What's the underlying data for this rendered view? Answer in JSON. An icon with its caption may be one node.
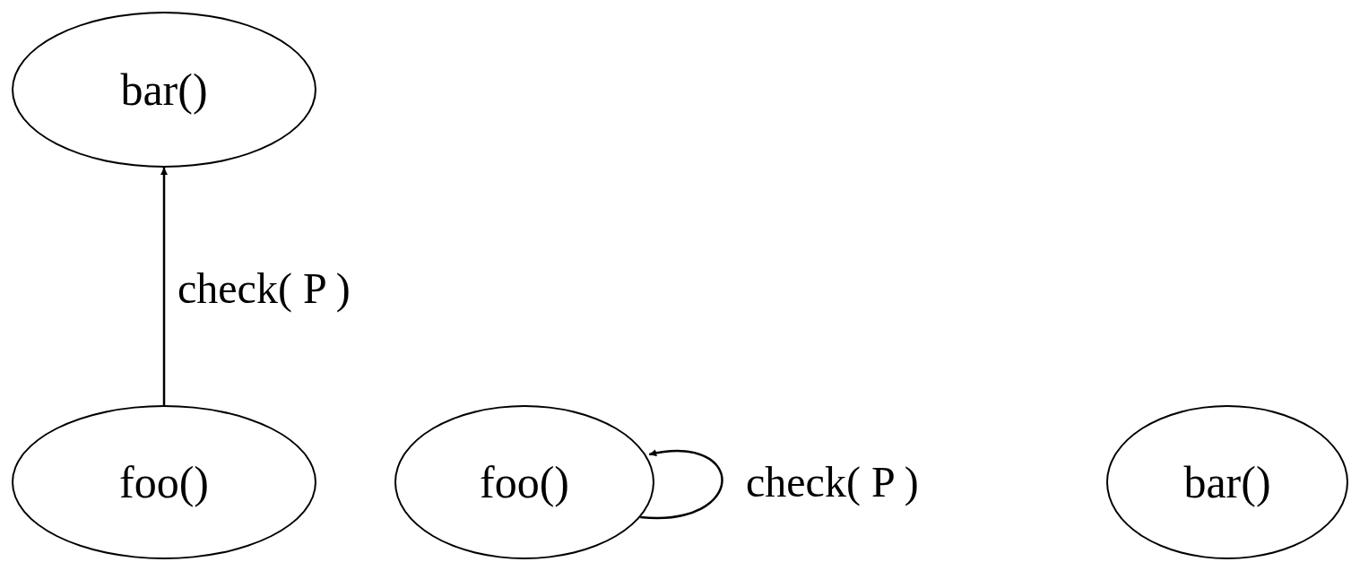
{
  "diagram": {
    "nodes": [
      {
        "text": [
          "bar()"
        ]
      },
      {
        "text": [
          "foo()"
        ]
      },
      {
        "text": [
          "foo()"
        ]
      },
      {
        "text": [
          "bar()"
        ]
      }
    ],
    "edges": [
      {
        "from": 1,
        "to": 0,
        "arrow": "to",
        "label": "check( P )"
      },
      {
        "from": 2,
        "to": 2,
        "arrow": "to",
        "label": "check( P )"
      }
    ]
  }
}
